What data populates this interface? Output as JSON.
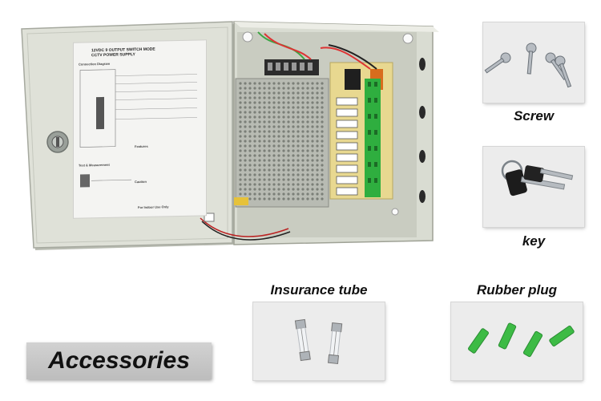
{
  "manual": {
    "title_line1": "12VDC 9 OUTPUT SWITCH MODE",
    "title_line2": "CCTV POWER SUPPLY",
    "section_connection": "Connection Diagram",
    "section_test": "Test & Measurement",
    "section_features": "Features",
    "section_caution": "Caution",
    "footer": "For Indoor Use Only"
  },
  "captions": {
    "screw": "Screw",
    "key": "key",
    "insurance_tube": "Insurance tube",
    "rubber_plug": "Rubber plug"
  },
  "banner": {
    "label": "Accessories"
  },
  "colors": {
    "enclosure": "#d9dcd2",
    "door": "#dfe1d8",
    "manual_paper": "#f4f4f2",
    "pcb": "#e8d890",
    "terminal_green": "#2fae3f",
    "plug_green": "#3dbb45",
    "banner_bg": "#c8c8c8"
  }
}
